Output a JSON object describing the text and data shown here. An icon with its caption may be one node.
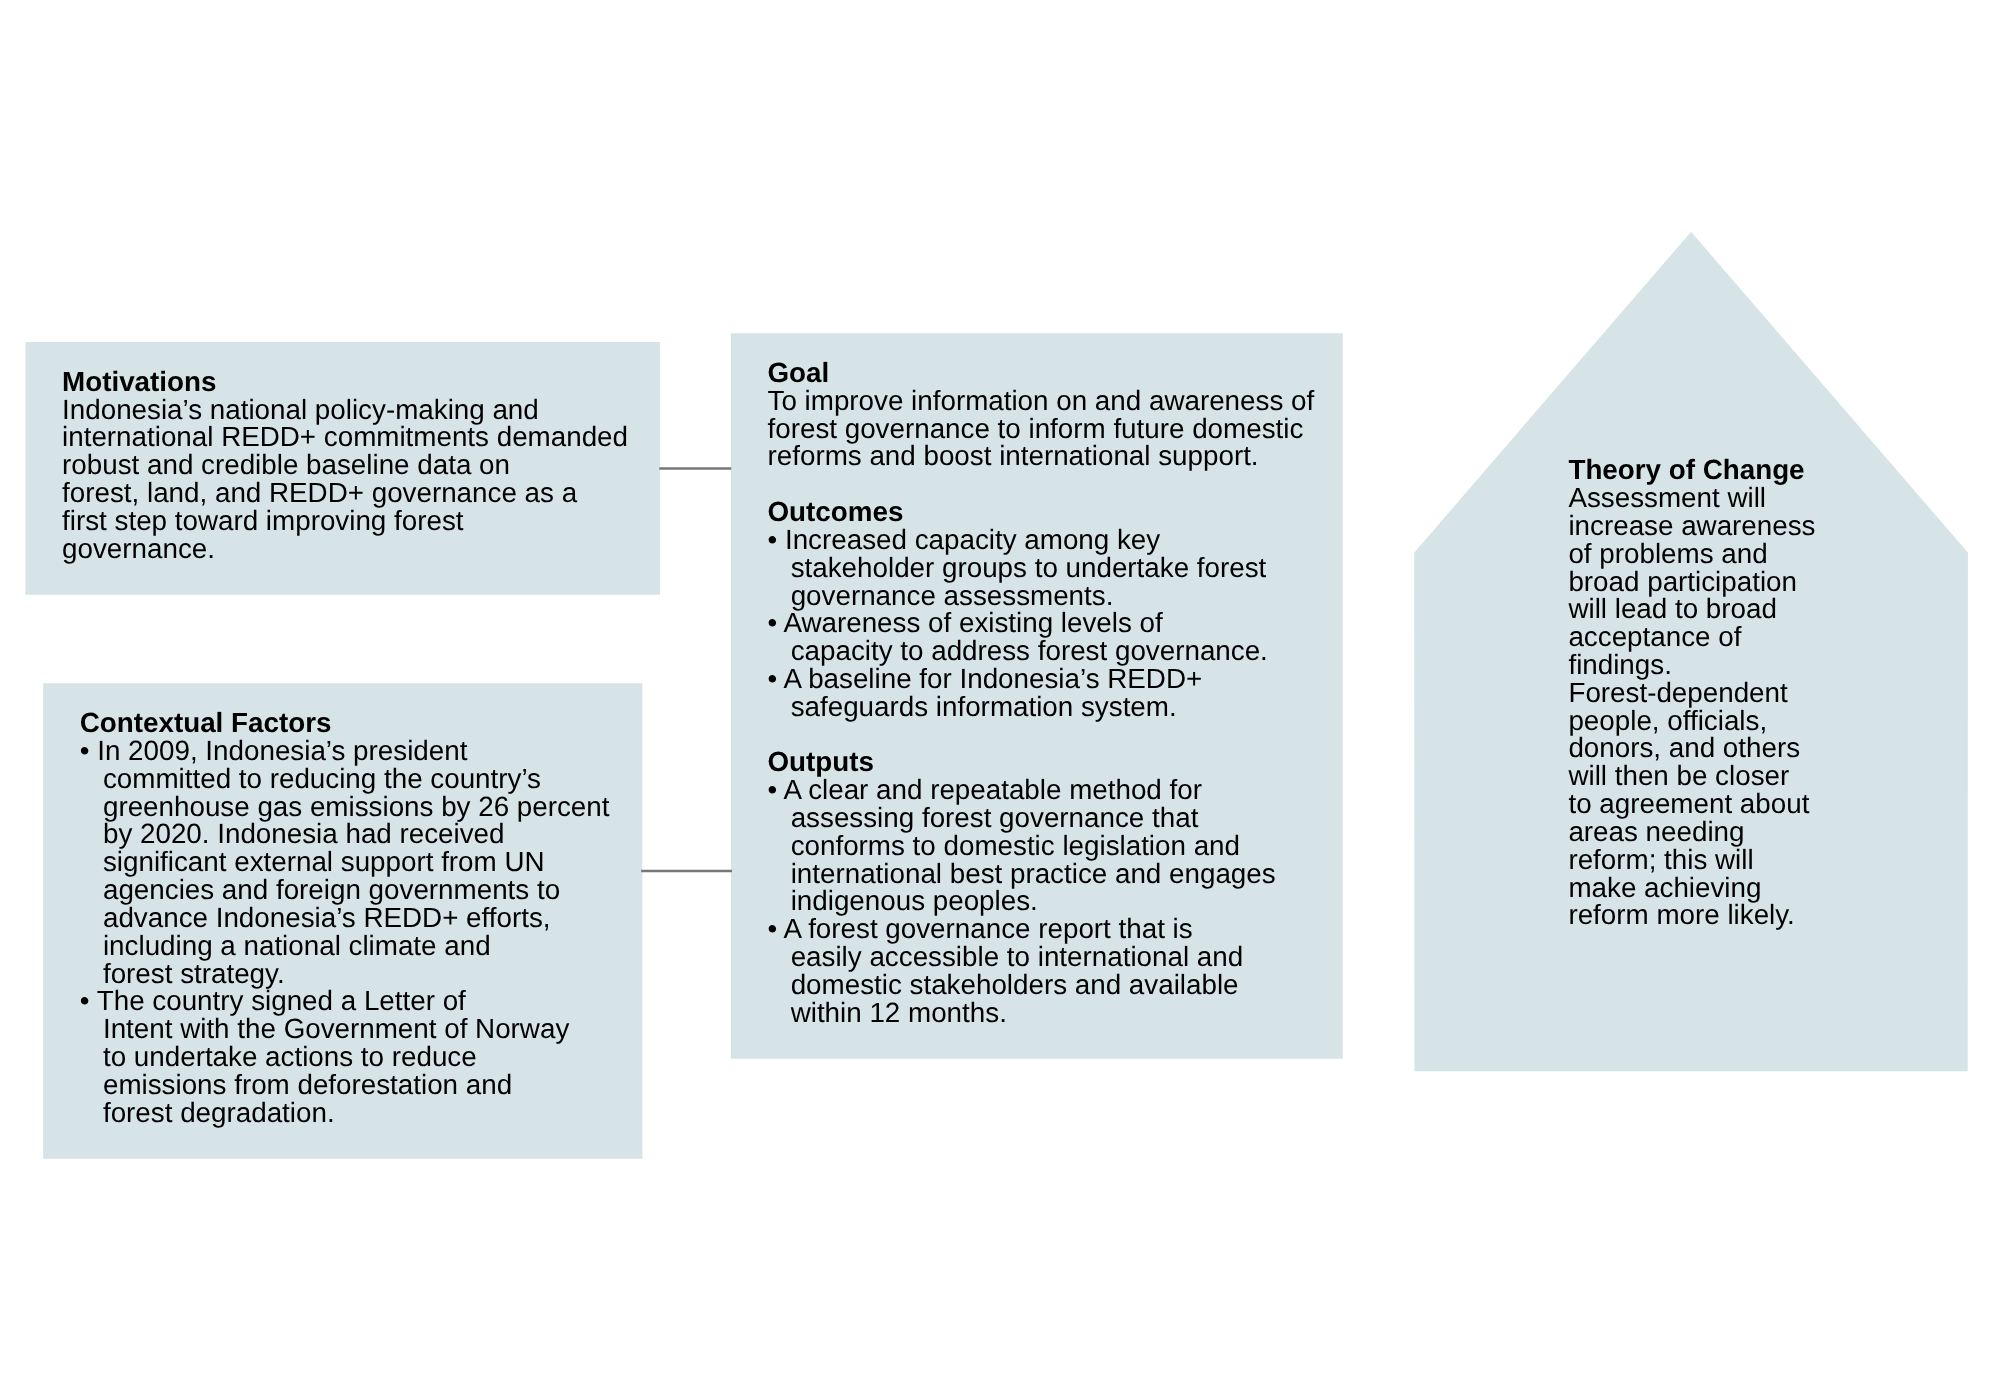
{
  "diagram": {
    "nodes": [
      {
        "text": [
          "Motivations",
          "Indonesia’s national policy-making and international REDD+ commitments demanded robust and credible baseline data on forest, land, and REDD+ governance as a first step toward improving forest governance."
        ]
      },
      {
        "text": [
          "Contextual Factors",
          "• In 2009, Indonesia’s president committed to reducing the country’s greenhouse gas emissions by 26 percent by 2020. Indonesia had received significant external support from UN agencies and foreign governments to advance Indonesia’s REDD+ efforts, including a national climate and forest strategy.",
          "• The country signed a Letter of Intent with the Government of Norway to undertake actions to reduce emissions from deforestation and forest degradation."
        ]
      },
      {
        "text": [
          "Goal",
          "To improve information on and awareness of forest governance to inform future domestic reforms and boost international support.",
          "Outcomes",
          "• Increased capacity among key stakeholder groups to undertake forest governance assessments.",
          "• Awareness of existing levels of capacity to address forest governance.",
          "• A baseline for Indonesia’s REDD+ safeguards information system.",
          "Outputs",
          "• A clear and repeatable method for assessing forest governance that conforms to domestic legislation and international best practice and engages indigenous peoples.",
          "• A forest governance report that is easily accessible to international and domestic stakeholders and available within 12 months."
        ]
      },
      {
        "text": [
          "Theory of Change",
          "Assessment will increase awareness of problems and broad participation will lead to broad acceptance of findings. Forest-dependent people, officials, donors, and others will then be closer to agreement about areas needing reform; this will make achieving reform more likely."
        ]
      }
    ],
    "edges": [
      {
        "from": 0,
        "to": 2,
        "arrow": "none"
      },
      {
        "from": 1,
        "to": 2,
        "arrow": "none"
      }
    ]
  }
}
